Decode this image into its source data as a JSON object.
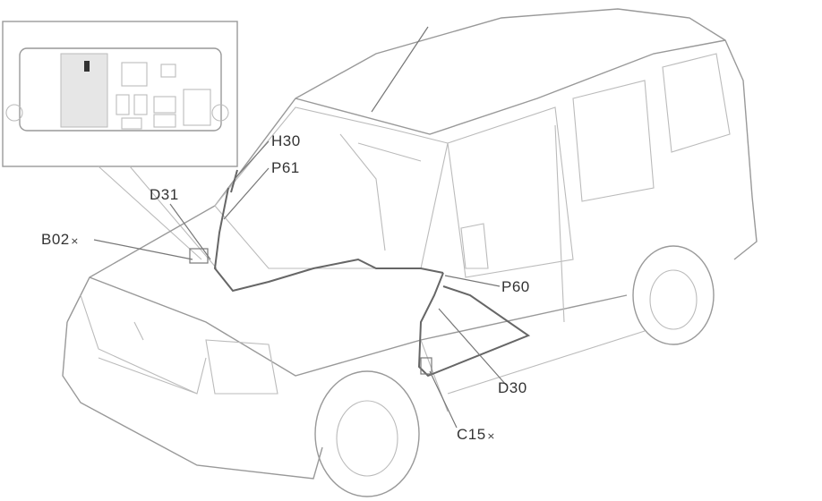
{
  "diagram": {
    "labels": {
      "h30": "H30",
      "p61": "P61",
      "d31": "D31",
      "b02": "B02",
      "b02_suffix": "⨯",
      "p60": "P60",
      "d30": "D30",
      "c15": "C15",
      "c15_suffix": "⨯"
    },
    "colors": {
      "line": "#999999",
      "wire": "#666666",
      "label": "#333333"
    }
  }
}
